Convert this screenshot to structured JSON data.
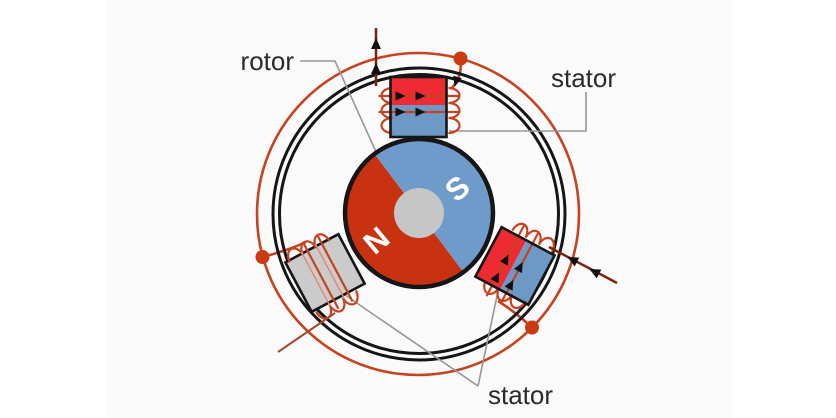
{
  "figure": {
    "type": "diagram",
    "subject": "brushless-motor-rotor-stator-cross-section",
    "labels": {
      "rotor": "rotor",
      "stator_top": "stator",
      "stator_bottom": "stator"
    },
    "rotor_poles": {
      "north": "N",
      "south": "S"
    },
    "colors": {
      "page_bg": "#ffffff",
      "panel_bg": "#fafafa",
      "rotor_north_red": "#c93211",
      "rotor_south_blue": "#6f9bca",
      "stator_red": "#ee2b33",
      "stator_blue": "#6d99c7",
      "inactive_stator_gray": "#cbcbcb",
      "shaft_gray": "#c6c6c6",
      "circuit_ring_red": "#c7431f",
      "junction_dot_red": "#cc3a12",
      "coil_wire_red": "#c7431f",
      "coil_wire_light": "#d98f79",
      "lead_wire_maroon": "#7e220e",
      "lead_wire_brick": "#a14a30",
      "ring_black": "#161616",
      "arrow_black": "#111111",
      "leader_gray": "#979797",
      "label_text": "#2b2b2b",
      "pole_letter_white": "#ffffff"
    }
  }
}
